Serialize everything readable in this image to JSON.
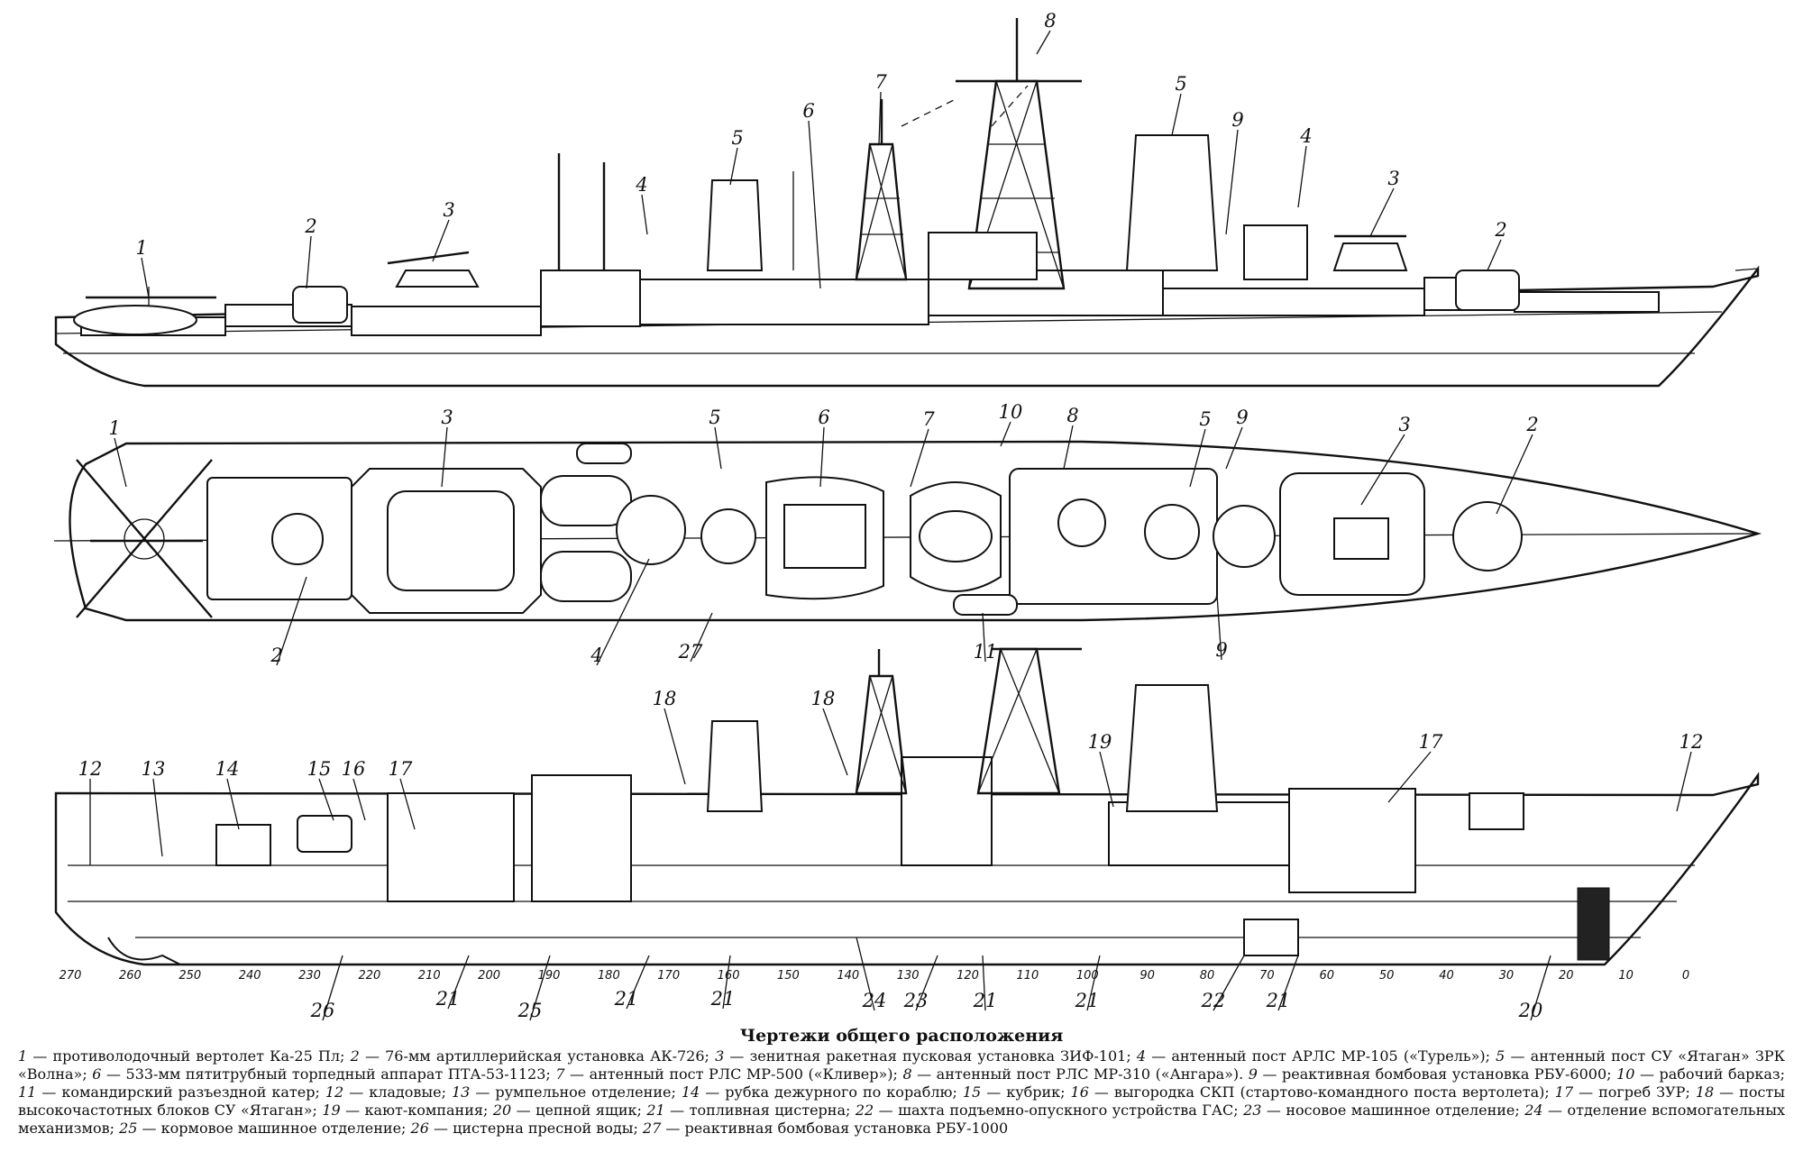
{
  "caption": {
    "title": "Чертежи общего расположения",
    "items": [
      {
        "n": "1",
        "text": "противолодочный вертолет Ка-25 Пл;"
      },
      {
        "n": "2",
        "text": "76-мм артиллерийская установка АК-726;"
      },
      {
        "n": "3",
        "text": "зенитная ракетная пусковая установка ЗИФ-101;"
      },
      {
        "n": "4",
        "text": "антенный пост АРЛС МР-105 («Турель»);"
      },
      {
        "n": "5",
        "text": "антенный пост СУ «Ятаган» ЗРК «Волна»;"
      },
      {
        "n": "6",
        "text": "533-мм пятитрубный торпедный аппарат ПТА-53-1123;"
      },
      {
        "n": "7",
        "text": "антенный пост РЛС МР-500 («Кливер»);"
      },
      {
        "n": "8",
        "text": "антенный пост РЛС МР-310 («Ангара»)."
      },
      {
        "n": "9",
        "text": "реактивная бомбовая установка РБУ-6000;"
      },
      {
        "n": "10",
        "text": "рабочий барказ;"
      },
      {
        "n": "11",
        "text": "командирский разъездной катер;"
      },
      {
        "n": "12",
        "text": "кладовые;"
      },
      {
        "n": "13",
        "text": "румпельное отделение;"
      },
      {
        "n": "14",
        "text": "рубка дежурного по кораблю;"
      },
      {
        "n": "15",
        "text": "кубрик;"
      },
      {
        "n": "16",
        "text": "выгородка СКП (стартово-командного поста вертолета);"
      },
      {
        "n": "17",
        "text": "погреб ЗУР;"
      },
      {
        "n": "18",
        "text": "посты высокочастотных блоков СУ «Ятаган»;"
      },
      {
        "n": "19",
        "text": "кают-компания;"
      },
      {
        "n": "20",
        "text": "цепной ящик;"
      },
      {
        "n": "21",
        "text": "топливная цистерна;"
      },
      {
        "n": "22",
        "text": "шахта подъемно-опускного устройства ГАС;"
      },
      {
        "n": "23",
        "text": "носовое машинное отделение;"
      },
      {
        "n": "24",
        "text": "отделение вспомогательных механизмов;"
      },
      {
        "n": "25",
        "text": "кормовое машинное отделение;"
      },
      {
        "n": "26",
        "text": "цистерна пресной воды;"
      },
      {
        "n": "27",
        "text": "реактивная бомбовая установка РБУ-1000"
      }
    ]
  },
  "callouts": {
    "side": [
      "1",
      "2",
      "3",
      "4",
      "5",
      "6",
      "7",
      "8",
      "5",
      "9",
      "4",
      "3",
      "2"
    ],
    "plan": [
      "1",
      "3",
      "5",
      "6",
      "7",
      "10",
      "8",
      "5",
      "9",
      "3",
      "2",
      "2",
      "4",
      "27",
      "11",
      "9"
    ],
    "section": [
      "12",
      "13",
      "14",
      "15",
      "16",
      "17",
      "18",
      "18",
      "19",
      "17",
      "12",
      "26",
      "21",
      "25",
      "21",
      "21",
      "24",
      "23",
      "21",
      "21",
      "22",
      "21",
      "20"
    ]
  },
  "frames": [
    "270",
    "260",
    "250",
    "240",
    "230",
    "220",
    "210",
    "200",
    "190",
    "180",
    "170",
    "160",
    "150",
    "140",
    "130",
    "120",
    "110",
    "100",
    "90",
    "80",
    "70",
    "60",
    "50",
    "40",
    "30",
    "20",
    "10",
    "0"
  ],
  "colors": {
    "ink": "#111111",
    "paper": "#ffffff"
  }
}
